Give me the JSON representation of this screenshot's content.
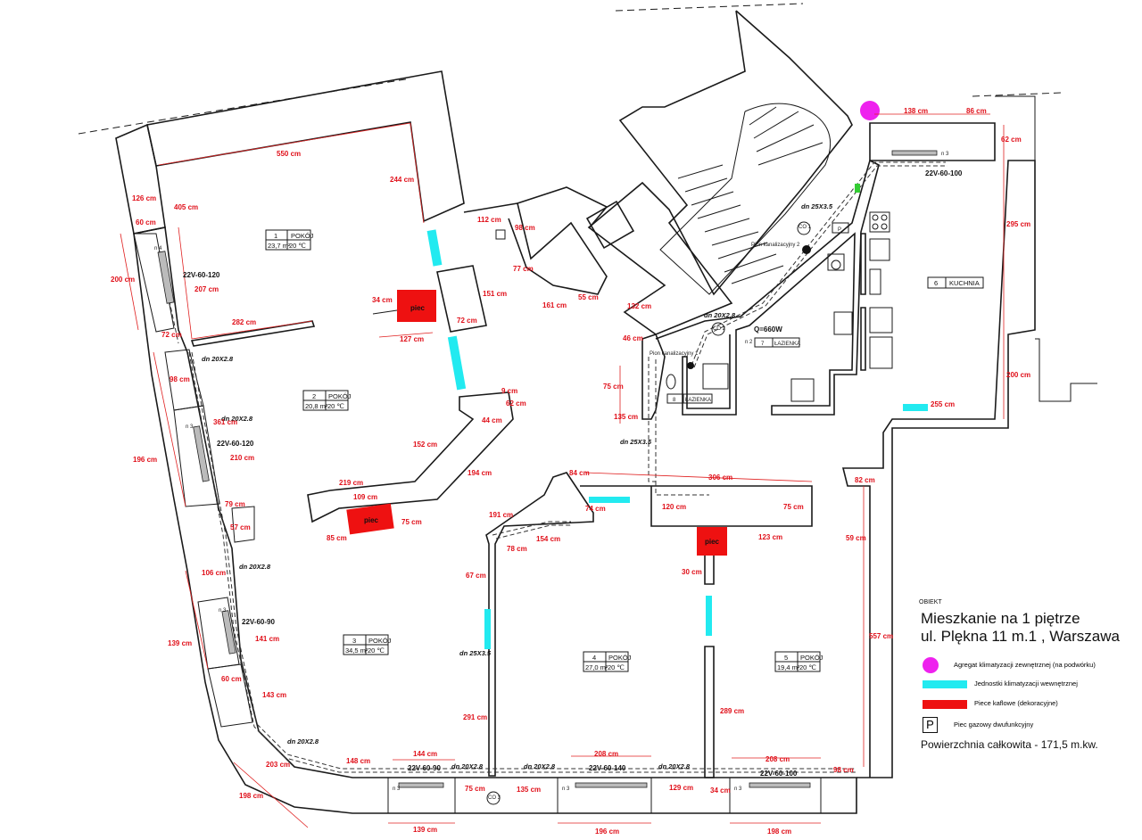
{
  "title": {
    "obiekt": "OBIEKT",
    "line1": "Mieszkanie na 1 piętrze",
    "line2": "ul. Plękna 11 m.1 , Warszawa"
  },
  "legend": [
    {
      "label": "Agregat klimatyzacji zewnętrznej (na podwórku)",
      "color": "#ee22ee"
    },
    {
      "label": "Jednostki klimatyzacji wewnętrznej",
      "color": "#22eaf0"
    },
    {
      "label": "Piece kaflowe (dekoracyjne)",
      "color": "#ee1111"
    },
    {
      "label": "Piec gazowy dwufunkcyjny",
      "symbol": "P"
    }
  ],
  "total_area": "Powierzchnia całkowita - 171,5 m.kw.",
  "rooms": [
    {
      "num": "1",
      "type": "POKÓJ",
      "area": "23,7 m²",
      "temp": "20 ℃"
    },
    {
      "num": "2",
      "type": "POKÓJ",
      "area": "20,8 m²",
      "temp": "20 ℃"
    },
    {
      "num": "3",
      "type": "POKÓJ",
      "area": "34,5 m²",
      "temp": "20 ℃"
    },
    {
      "num": "4",
      "type": "POKÓJ",
      "area": "27,0 m²",
      "temp": "20 ℃"
    },
    {
      "num": "5",
      "type": "POKÓJ",
      "area": "19,4 m²",
      "temp": "20 ℃"
    },
    {
      "num": "6",
      "type": "KUCHNIA"
    },
    {
      "num": "7",
      "type": "ŁAZIENKA"
    },
    {
      "num": "8",
      "type": "ŁAZIENKA"
    }
  ],
  "stove_label": "piec",
  "gas_boiler_symbol": "P",
  "power_label": "Q=660W",
  "co_labels": [
    "CO 1",
    "CO 2",
    "CO 3"
  ],
  "riser_labels": [
    "Pion kanalizacyjny 2",
    "Pion kanalizacyjny 1"
  ],
  "pipe_labels": [
    "dn 25X3.5",
    "dn 20X2.8",
    "dn 25X3.5",
    "dn 25X3.5",
    "dn 20X2.8",
    "dn 20X2.8",
    "dn 20X2.8",
    "dn 20X2.8",
    "dn 20X2.8",
    "dn 20X2.8",
    "dn 20X2.8"
  ],
  "radiators": [
    {
      "label": "22V-60-100",
      "count": "n 3"
    },
    {
      "label": "22V-60-120",
      "count": "n 4"
    },
    {
      "label": "22V-60-120",
      "count": "n 3"
    },
    {
      "label": "22V-60-90",
      "count": "n 3"
    },
    {
      "label": "22V-60-90",
      "count": "n 3"
    },
    {
      "label": "22V-60-140",
      "count": "n 3"
    },
    {
      "label": "22V-60-100",
      "count": "n 3"
    }
  ],
  "radiator_q_label": "n 2",
  "dimensions": [
    "138 cm",
    "86 cm",
    "62 cm",
    "295 cm",
    "200 cm",
    "255 cm",
    "82 cm",
    "59 cm",
    "557 cm",
    "98 cm",
    "208 cm",
    "198 cm",
    "550 cm",
    "244 cm",
    "405 cm",
    "126 cm",
    "60 cm",
    "200 cm",
    "207 cm",
    "282 cm",
    "72 cm",
    "112 cm",
    "98 cm",
    "77 cm",
    "161 cm",
    "55 cm",
    "132 cm",
    "34 cm",
    "151 cm",
    "72 cm",
    "127 cm",
    "46 cm",
    "75 cm",
    "135 cm",
    "98 cm",
    "361 cm",
    "210 cm",
    "196 cm",
    "9 cm",
    "62 cm",
    "44 cm",
    "152 cm",
    "194 cm",
    "219 cm",
    "109 cm",
    "75 cm",
    "85 cm",
    "79 cm",
    "57 cm",
    "84 cm",
    "306 cm",
    "74 cm",
    "120 cm",
    "75 cm",
    "191 cm",
    "154 cm",
    "123 cm",
    "78 cm",
    "30 cm",
    "106 cm",
    "67 cm",
    "139 cm",
    "141 cm",
    "60 cm",
    "143 cm",
    "291 cm",
    "289 cm",
    "203 cm",
    "148 cm",
    "144 cm",
    "208 cm",
    "198 cm",
    "75 cm",
    "135 cm",
    "129 cm",
    "34 cm",
    "139 cm",
    "196 cm"
  ]
}
